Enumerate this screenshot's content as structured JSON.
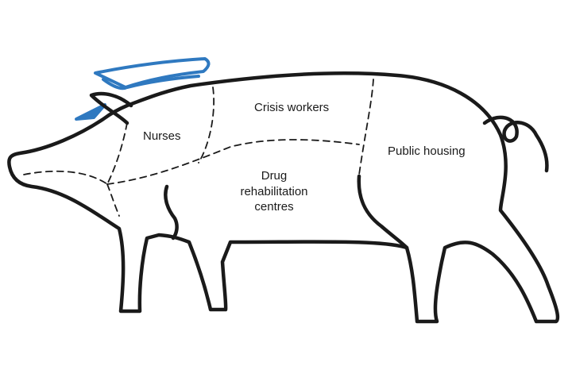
{
  "colors": {
    "outline": "#1a1a1a",
    "hat": "#2f79c0",
    "background": "#ffffff"
  },
  "icons": {
    "main": "pig-icon",
    "hat": "nurse-cap-icon"
  },
  "labels": {
    "nurses": "Nurses",
    "crisis_workers": "Crisis workers",
    "drug_rehab": "Drug rehabilitation centres",
    "public_housing": "Public housing"
  }
}
